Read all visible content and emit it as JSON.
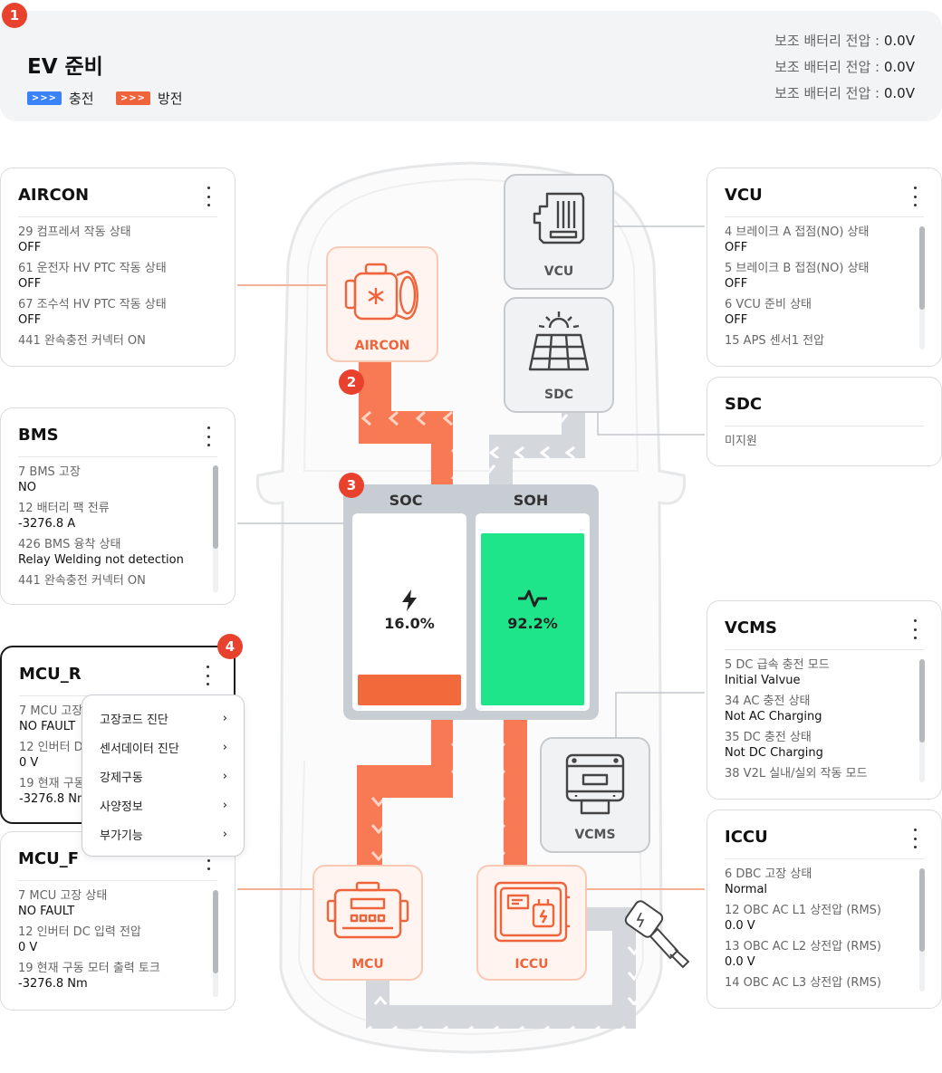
{
  "header": {
    "title": "EV 준비",
    "legend": [
      {
        "label": "충전",
        "symbol": ">>>",
        "color": "#3b82f6"
      },
      {
        "label": "방전",
        "symbol": ">>>",
        "color": "#f0643b"
      }
    ],
    "voltages": [
      {
        "label": "보조 배터리 전압 :",
        "value": "0.0V"
      },
      {
        "label": "보조 배터리 전압 :",
        "value": "0.0V"
      },
      {
        "label": "보조 배터리 전압 :",
        "value": "0.0V"
      }
    ]
  },
  "badges": [
    "1",
    "2",
    "3",
    "4"
  ],
  "cards": {
    "aircon": {
      "title": "AIRCON",
      "rows": [
        {
          "label": "29 컴프레셔 작동 상태",
          "value": "OFF"
        },
        {
          "label": "61 운전자 HV PTC 작동 상태",
          "value": "OFF"
        },
        {
          "label": "67 조수석 HV PTC 작동 상태",
          "value": "OFF"
        },
        {
          "label": "441 완속충전 커넥터 ON",
          "value": ""
        }
      ]
    },
    "bms": {
      "title": "BMS",
      "rows": [
        {
          "label": "7 BMS 고장",
          "value": "NO"
        },
        {
          "label": "12 배터리 팩 전류",
          "value": "-3276.8 A"
        },
        {
          "label": "426 BMS 융착 상태",
          "value": "Relay Welding not detection"
        },
        {
          "label": "441 완속충전 커넥터 ON",
          "value": ""
        }
      ]
    },
    "mcu_r": {
      "title": "MCU_R",
      "rows": [
        {
          "label": "7 MCU 고장",
          "value": "NO FAULT"
        },
        {
          "label": "12 인버터 DC",
          "value": "0 V"
        },
        {
          "label": "19 현재 구동",
          "value": "-3276.8 Nm"
        }
      ]
    },
    "mcu_f": {
      "title": "MCU_F",
      "rows": [
        {
          "label": "7 MCU 고장 상태",
          "value": "NO FAULT"
        },
        {
          "label": "12 인버터 DC 입력 전압",
          "value": "0 V"
        },
        {
          "label": "19 현재 구동 모터 출력 토크",
          "value": "-3276.8 Nm"
        }
      ]
    },
    "vcu": {
      "title": "VCU",
      "rows": [
        {
          "label": "4 브레이크 A 접점(NO) 상태",
          "value": "OFF"
        },
        {
          "label": "5 브레이크 B 접점(NO) 상태",
          "value": "OFF"
        },
        {
          "label": "6 VCU 준비 상태",
          "value": "OFF"
        },
        {
          "label": "15 APS 센서1 전압",
          "value": ""
        }
      ]
    },
    "sdc": {
      "title": "SDC",
      "rows": [
        {
          "label": "미지원",
          "value": ""
        }
      ]
    },
    "vcms": {
      "title": "VCMS",
      "rows": [
        {
          "label": "5 DC 급속 충전 모드",
          "value": "Initial Valvue"
        },
        {
          "label": "34 AC 충전 상태",
          "value": "Not AC Charging"
        },
        {
          "label": "35 DC 충전 상태",
          "value": "Not DC Charging"
        },
        {
          "label": "38 V2L 실내/실외 작동 모드",
          "value": ""
        }
      ]
    },
    "iccu": {
      "title": "ICCU",
      "rows": [
        {
          "label": "6 DBC 고장 상태",
          "value": "Normal"
        },
        {
          "label": "12 OBC AC L1 상전압 (RMS)",
          "value": "0.0 V"
        },
        {
          "label": "13 OBC AC L2 상전압 (RMS)",
          "value": "0.0 V"
        },
        {
          "label": "14 OBC AC L3 상전압 (RMS)",
          "value": ""
        }
      ]
    }
  },
  "popup_menu": [
    "고장코드 진단",
    "센서데이터 진단",
    "강제구동",
    "사양정보",
    "부가기능"
  ],
  "tiles": {
    "vcu": "VCU",
    "sdc": "SDC",
    "aircon": "AIRCON",
    "vcms": "VCMS",
    "mcu": "MCU",
    "iccu": "ICCU"
  },
  "battery": {
    "soc_label": "SOC",
    "soh_label": "SOH",
    "soc_text": "16.0%",
    "soh_text": "92.2%",
    "soc_fraction": 0.16,
    "soh_fraction": 0.922,
    "soc_color": "#f26a3c",
    "soh_color": "#1ee58a"
  },
  "colors": {
    "discharge": "#f0643b",
    "charge_flow": "#d4d7db",
    "accent": "#e8412d"
  }
}
